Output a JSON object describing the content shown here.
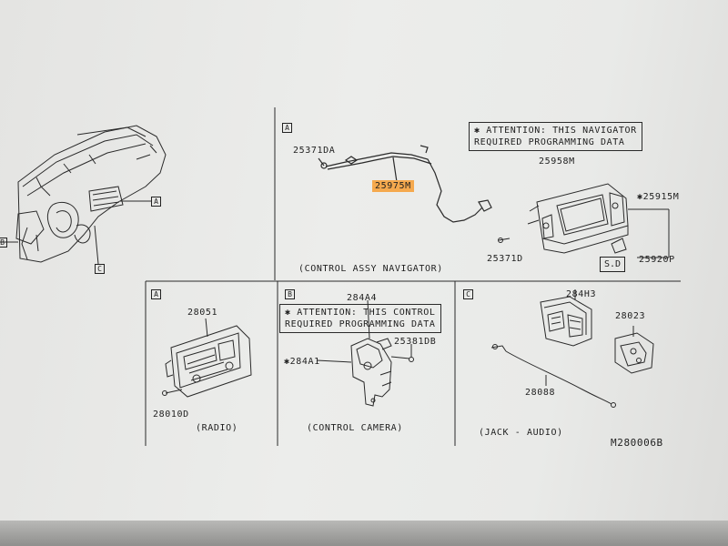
{
  "callouts": {
    "top_left_a": "A",
    "top_left_c": "C",
    "top_left_b": "B",
    "panel_nav_tag": "A",
    "panel_radio_tag": "A",
    "panel_camera_tag": "B",
    "panel_jack_tag": "C"
  },
  "navigator_panel": {
    "note_line1": "✱ ATTENTION: THIS NAVIGATOR",
    "note_line2": "REQUIRED PROGRAMMING DATA",
    "part_25371DA": "25371DA",
    "part_25975M": "25975M",
    "part_25958M": "25958M",
    "part_25915M": "✱25915M",
    "part_25920P": "25920P",
    "part_25371D": "25371D",
    "sd_label": "S.D",
    "caption": "(CONTROL ASSY NAVIGATOR)"
  },
  "radio_panel": {
    "part_28051": "28051",
    "part_28010D": "28010D",
    "caption": "(RADIO)"
  },
  "camera_panel": {
    "note_line1": "✱ ATTENTION: THIS CONTROL",
    "note_line2": "REQUIRED PROGRAMMING DATA",
    "part_284A4": "284A4",
    "part_284A1": "✱284A1",
    "part_25381DB": "25381DB",
    "caption": "(CONTROL CAMERA)"
  },
  "jack_panel": {
    "part_284H3": "284H3",
    "part_28023": "28023",
    "part_28088": "28088",
    "caption": "(JACK - AUDIO)"
  },
  "drawing_id": "M280006B",
  "highlight_color": "#f5a94e"
}
